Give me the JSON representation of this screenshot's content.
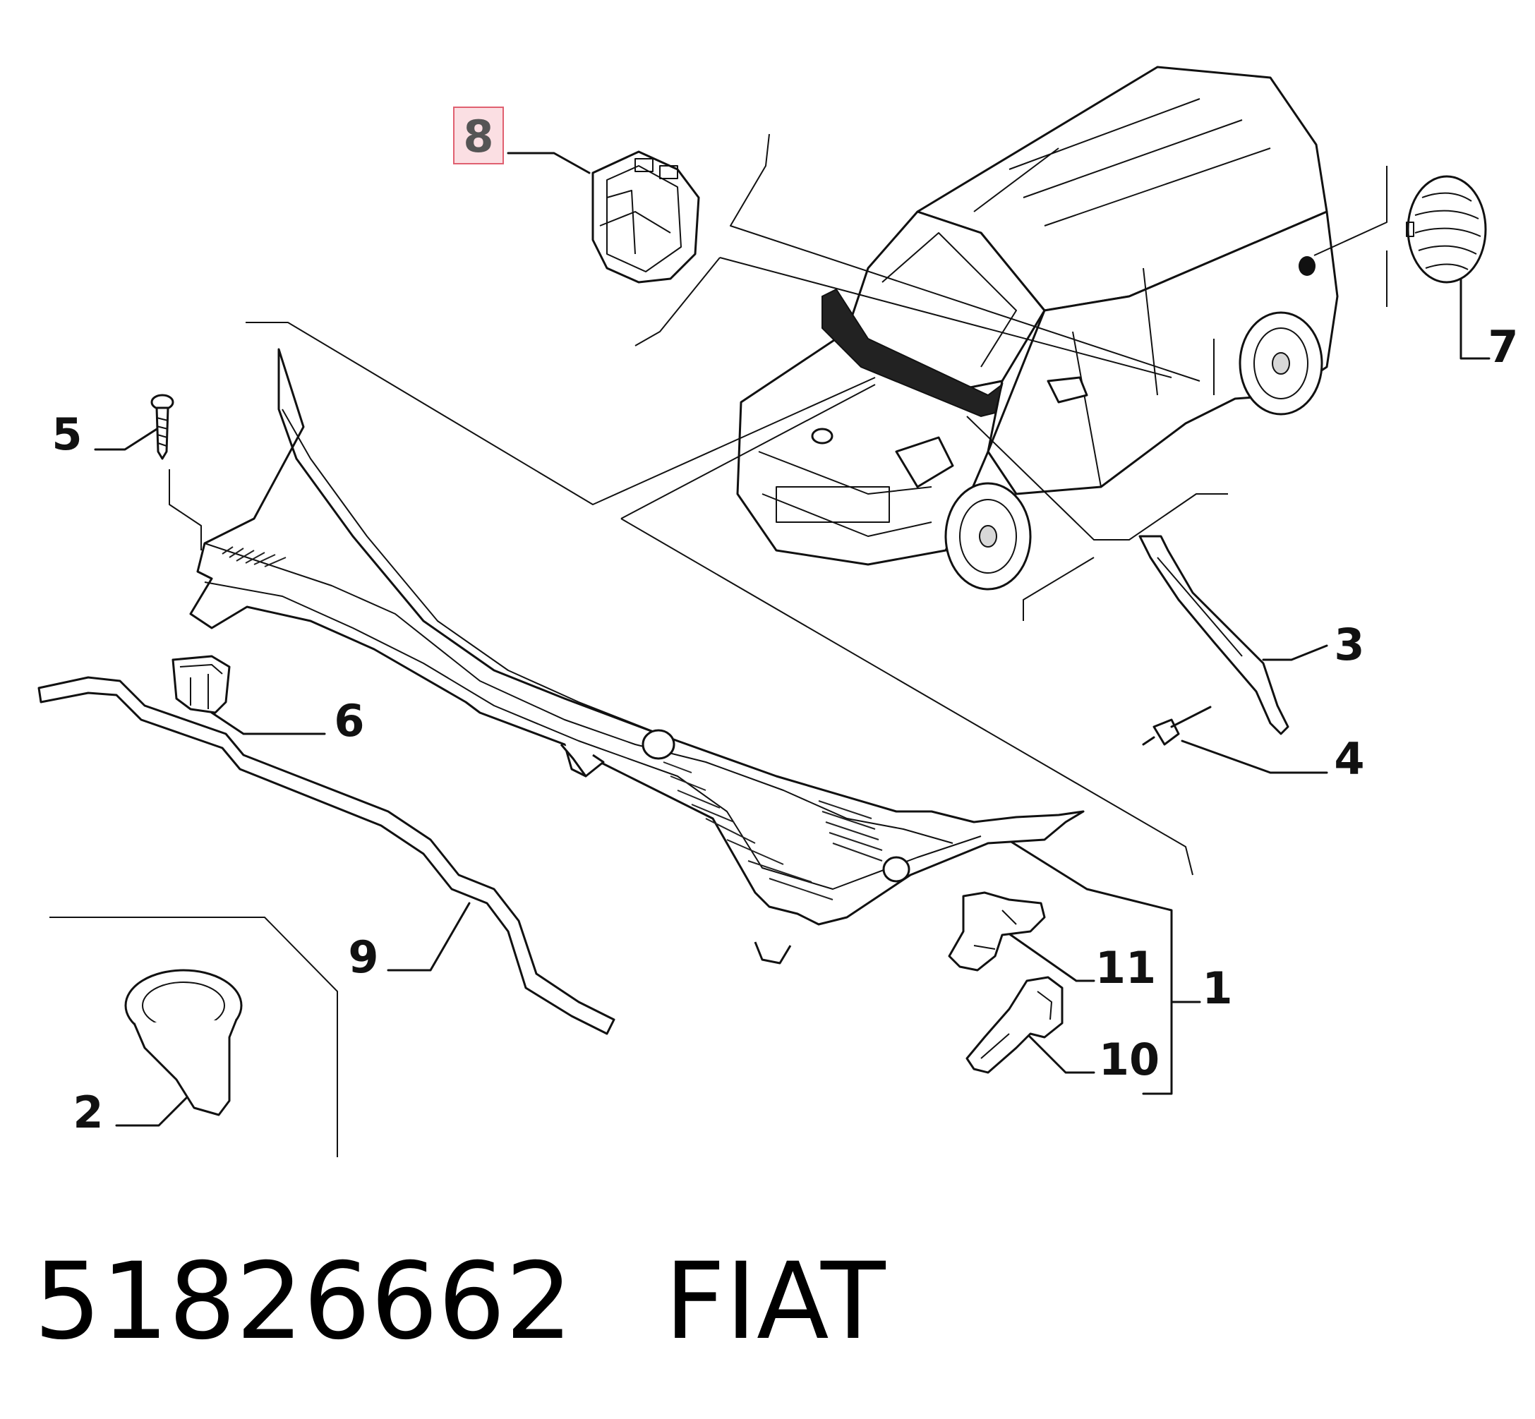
{
  "diagram": {
    "callouts": [
      {
        "id": "1",
        "label": "1"
      },
      {
        "id": "2",
        "label": "2"
      },
      {
        "id": "3",
        "label": "3"
      },
      {
        "id": "4",
        "label": "4"
      },
      {
        "id": "5",
        "label": "5"
      },
      {
        "id": "6",
        "label": "6"
      },
      {
        "id": "7",
        "label": "7"
      },
      {
        "id": "8",
        "label": "8",
        "highlighted": true
      },
      {
        "id": "9",
        "label": "9"
      },
      {
        "id": "10",
        "label": "10"
      },
      {
        "id": "11",
        "label": "11"
      }
    ],
    "highlight_color": "#e06070"
  },
  "caption": {
    "part_number": "51826662",
    "brand": "FIAT"
  }
}
